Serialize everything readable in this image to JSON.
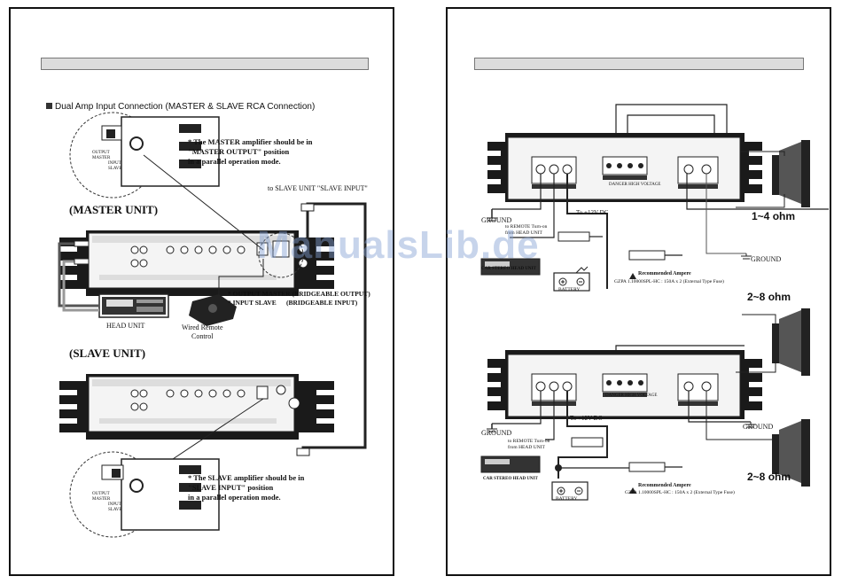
{
  "left": {
    "section_title": "Dual Amp Input Connection (MASTER & SLAVE RCA Connection)",
    "master_unit_heading": "(MASTER UNIT)",
    "slave_unit_heading": "(SLAVE UNIT)",
    "to_slave_label": "to SLAVE UNIT \"SLAVE INPUT\"",
    "head_unit_label": "HEAD UNIT",
    "wired_remote_label": "Wired Remote\nControl",
    "output_master_note": "* OUTPUT MASTER (BRIDGEABLE OUTPUT)\n* INPUT SLAVE      (BRIDGEABLE INPUT)",
    "master_note": "* The MASTER amplifier should be in\n\"MASTER OUTPUT\" position\nin a parallel operation mode.",
    "slave_note": "* The SLAVE amplifier should be in\n\"SLAVE INPUT\" position\nin a parallel operation mode.",
    "switch_top": "OUTPUT\nMASTER",
    "switch_bottom": "INPUT\nSLAVE"
  },
  "right": {
    "ohm_top": "1~4 ohm",
    "ohm_mid": "2~8 ohm",
    "ohm_bottom": "2~8 ohm",
    "ground_1": "GROUND",
    "ground_2": "GROUND",
    "ground_3": "GROUND",
    "ground_4": "GROUND",
    "plus12_1": "To +12V DC",
    "plus12_2": "To +12V DC",
    "remote_1": "to REMOTE Turn-on\nfrom HEAD UNIT",
    "remote_2": "to REMOTE Turn-on\nfrom HEAD UNIT",
    "car_stereo_1": "CAR STEREO HEAD UNIT",
    "car_stereo_2": "CAR STEREO HEAD UNIT",
    "battery_1": "BATTERY",
    "battery_2": "BATTERY",
    "rec_amp_1": "Recommended Ampere",
    "rec_amp_2": "Recommended Ampere",
    "fuse_1": "GZPA 1.10000SPL-HC : 150A x 2 (External Type Fuse)",
    "fuse_2": "GZPA 1.10000SPL-HC : 150A x 2 (External Type Fuse)",
    "danger_1": "DANGER HIGH VOLTAGE",
    "danger_2": "DANGER HIGH VOLTAGE"
  },
  "watermark": "ManualsLib.de"
}
